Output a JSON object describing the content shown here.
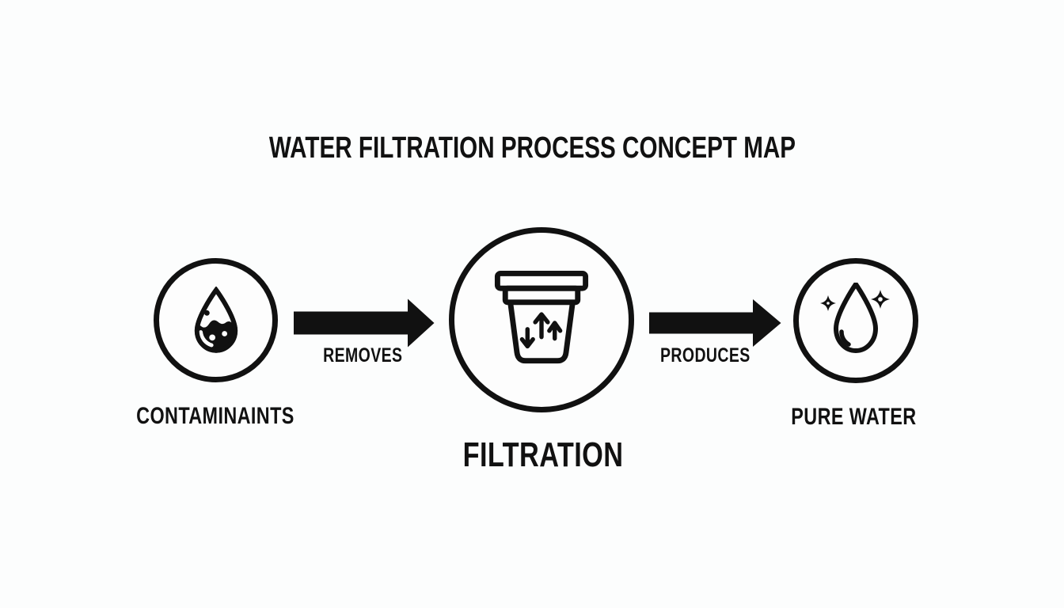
{
  "title": "WATER FILTRATION PROCESS CONCEPT MAP",
  "diagram_type": "concept-map",
  "nodes": [
    {
      "id": "contaminants",
      "label": "CONTAMINAINTS",
      "icon": "dirty-water-droplet-icon",
      "shape": "circle"
    },
    {
      "id": "filtration",
      "label": "FILTRATION",
      "icon": "filter-cup-icon",
      "shape": "circle"
    },
    {
      "id": "pure-water",
      "label": "PURE WATER",
      "icon": "sparkling-droplet-icon",
      "shape": "circle"
    }
  ],
  "edges": [
    {
      "from": "contaminants",
      "to": "filtration",
      "label": "REMOVES",
      "direction": "right"
    },
    {
      "from": "filtration",
      "to": "pure-water",
      "label": "PRODUCES",
      "direction": "right"
    }
  ],
  "colors": {
    "ink": "#111111",
    "background": "#fcfdfd"
  }
}
